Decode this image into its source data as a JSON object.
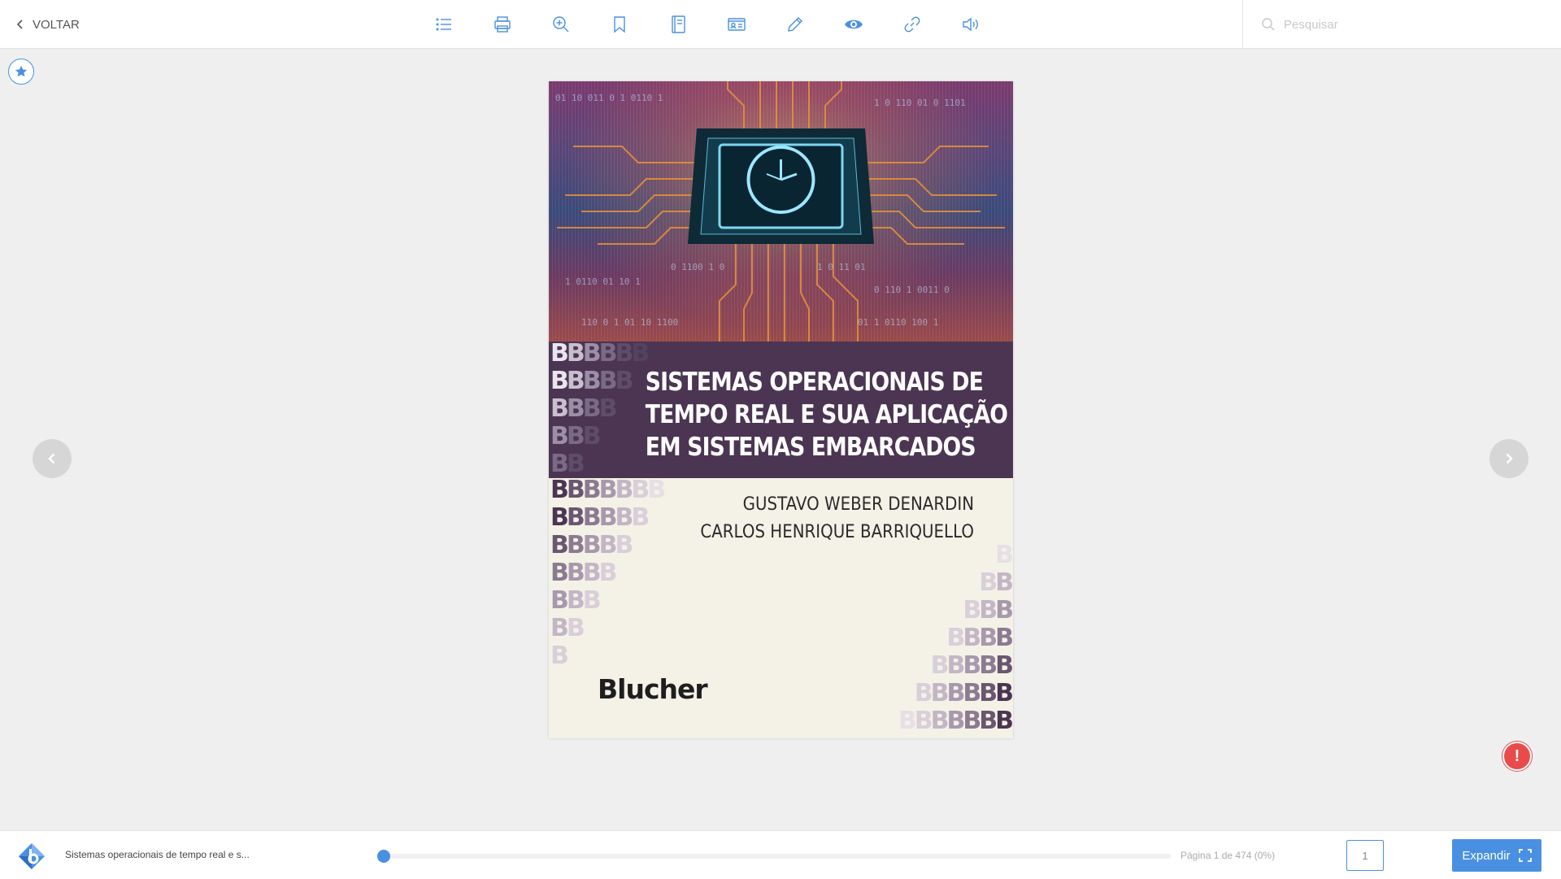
{
  "header": {
    "back_label": "VOLTAR",
    "toolbar_icons": [
      "list-icon",
      "print-icon",
      "zoom-in-icon",
      "bookmark-icon",
      "notebook-icon",
      "id-card-icon",
      "pencil-icon",
      "eye-icon",
      "link-icon",
      "speaker-icon"
    ],
    "search_placeholder": "Pesquisar"
  },
  "book": {
    "title_lines": [
      "SISTEMAS OPERACIONAIS DE",
      "TEMPO REAL E SUA APLICAÇÃO",
      "EM SISTEMAS EMBARCADOS"
    ],
    "authors": [
      "GUSTAVO WEBER DENARDIN",
      "CARLOS HENRIQUE BARRIQUELLO"
    ],
    "publisher": "Blucher"
  },
  "footer": {
    "doc_title": "Sistemas operacionais de tempo real e s...",
    "page_info": "Página 1 de 474 (0%)",
    "page_input_value": "1",
    "expand_label": "Expandir",
    "progress_fraction": 0.0
  },
  "report_label": "!",
  "colors": {
    "accent": "#4a90e2",
    "title_band": "#4b3552",
    "alert": "#e94b4b"
  }
}
